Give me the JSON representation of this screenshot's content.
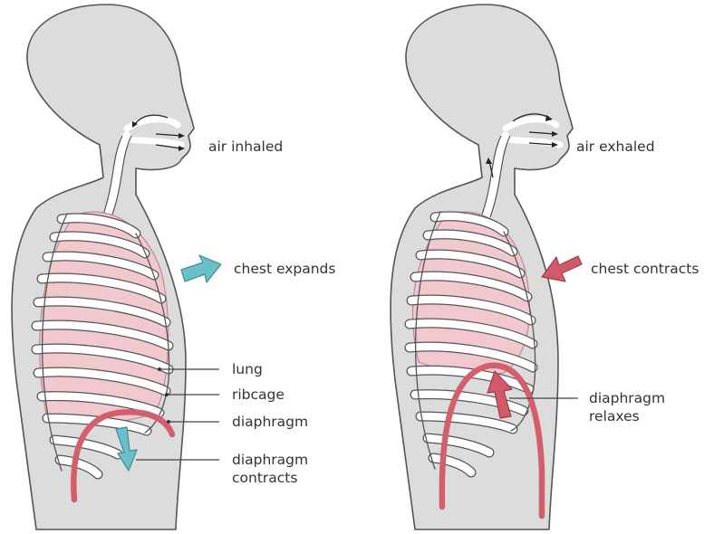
{
  "colors": {
    "body_fill": "#dcdcdc",
    "outline": "#555555",
    "lung_fill": "#f2c8cf",
    "lung_outline": "#b98a92",
    "rib_fill": "#ffffff",
    "diaphragm": "#d25f6b",
    "inhale_arrow": "#6bbfca",
    "exhale_arrow": "#d2596a",
    "leader_line": "#444444"
  },
  "panels": {
    "inhale": {
      "air_label": "air inhaled",
      "chest_label": "chest expands",
      "lung_label": "lung",
      "ribcage_label": "ribcage",
      "diaphragm_label": "diaphragm",
      "diaphragm_action_line1": "diaphragm",
      "diaphragm_action_line2": "contracts"
    },
    "exhale": {
      "air_label": "air exhaled",
      "chest_label": "chest contracts",
      "diaphragm_action_line1": "diaphragm",
      "diaphragm_action_line2": "relaxes"
    }
  }
}
